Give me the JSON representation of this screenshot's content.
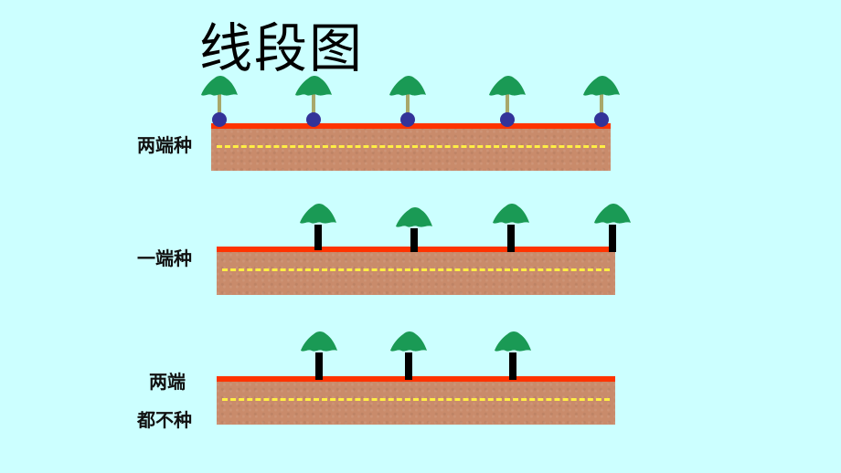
{
  "title": "线段图",
  "rows": [
    {
      "label": "两端种",
      "tree_count": 5,
      "style": "with-ball"
    },
    {
      "label": "一端种",
      "tree_count": 4,
      "style": "black-trunk"
    },
    {
      "label_line1": "两端",
      "label_line2": "都不种",
      "tree_count": 3,
      "style": "black-trunk"
    }
  ],
  "colors": {
    "background": "#ccffff",
    "road": "#c98b6b",
    "road_edge": "#ff3300",
    "lane_line": "#ffee44",
    "canopy": "#1a9a55",
    "ball": "#333399"
  }
}
